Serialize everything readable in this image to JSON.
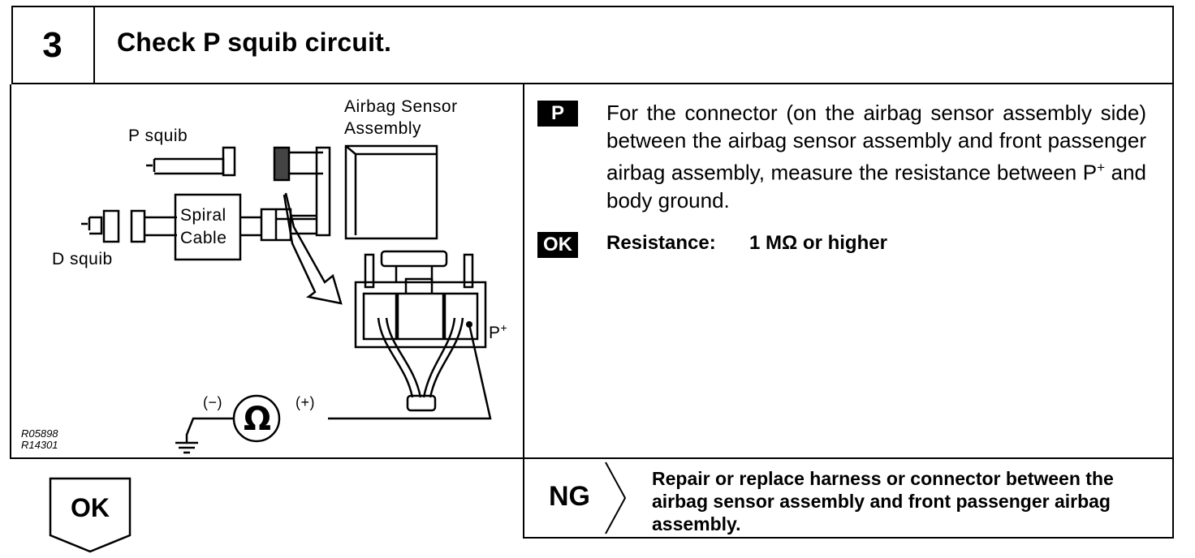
{
  "step": {
    "number": "3",
    "title": "Check P squib circuit."
  },
  "figure": {
    "labels": {
      "airbag_sensor_line1": "Airbag Sensor",
      "airbag_sensor_line2": "Assembly",
      "p_squib": "P squib",
      "d_squib": "D squib",
      "spiral_line1": "Spiral",
      "spiral_line2": "Cable",
      "p_plus": "P",
      "p_plus_sup": "+",
      "minus": "(−)",
      "plus": "(+)",
      "ohm_symbol": "Ω"
    },
    "reference_codes": [
      "R05898",
      "R14301"
    ]
  },
  "instruction": {
    "p_tag": "P",
    "text_main": "For the connector (on the airbag sensor assembly side) between the airbag sensor assembly and front passenger airbag assembly, measure the resistance between P",
    "text_sup": "+",
    "text_end": " and body ground.",
    "ok_tag": "OK",
    "resistance_label": "Resistance:",
    "resistance_value": "1 MΩ or higher"
  },
  "result": {
    "ok_label": "OK",
    "ng_label": "NG",
    "ng_action": "Repair or replace harness or connector between the airbag sensor assembly and front passenger airbag assembly."
  }
}
